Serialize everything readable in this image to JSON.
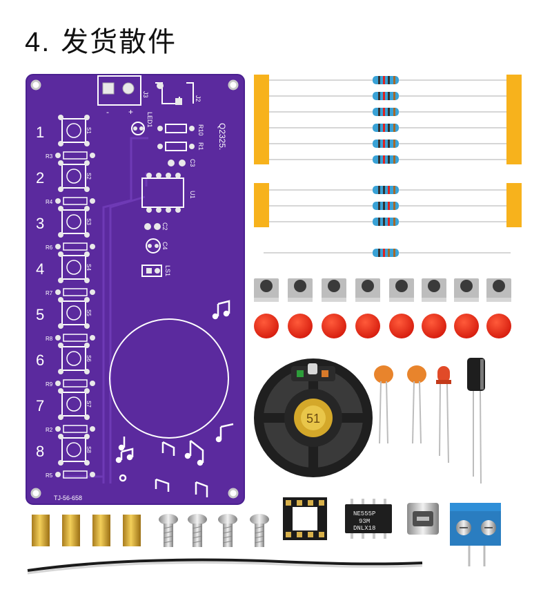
{
  "title": {
    "number": "4.",
    "text": "发货散件"
  },
  "pcb": {
    "board_label": "TJ-56-658",
    "version_label": "Q2325.",
    "row_numbers": [
      "1",
      "2",
      "3",
      "4",
      "5",
      "6",
      "7",
      "8"
    ],
    "switch_labels": [
      "S1",
      "S2",
      "S3",
      "S4",
      "S5",
      "S6",
      "S7",
      "S8"
    ],
    "resistor_labels": [
      "R3",
      "R4",
      "R6",
      "R7",
      "R8",
      "R9",
      "R2",
      "R5"
    ],
    "top_labels": {
      "j3": "J3",
      "j2": "J2",
      "led": "LED1",
      "r10": "R10",
      "r1": "R1",
      "c3": "C3",
      "u1": "U1",
      "c2": "C2",
      "c4": "C4",
      "ls1": "LS1",
      "minus": "-",
      "plus": "+"
    },
    "color": "#5b2a9e"
  },
  "parts": {
    "chip_line1": "NE555P",
    "chip_line2": "93M",
    "chip_line3": "DNLX18",
    "speaker_label": "51"
  }
}
